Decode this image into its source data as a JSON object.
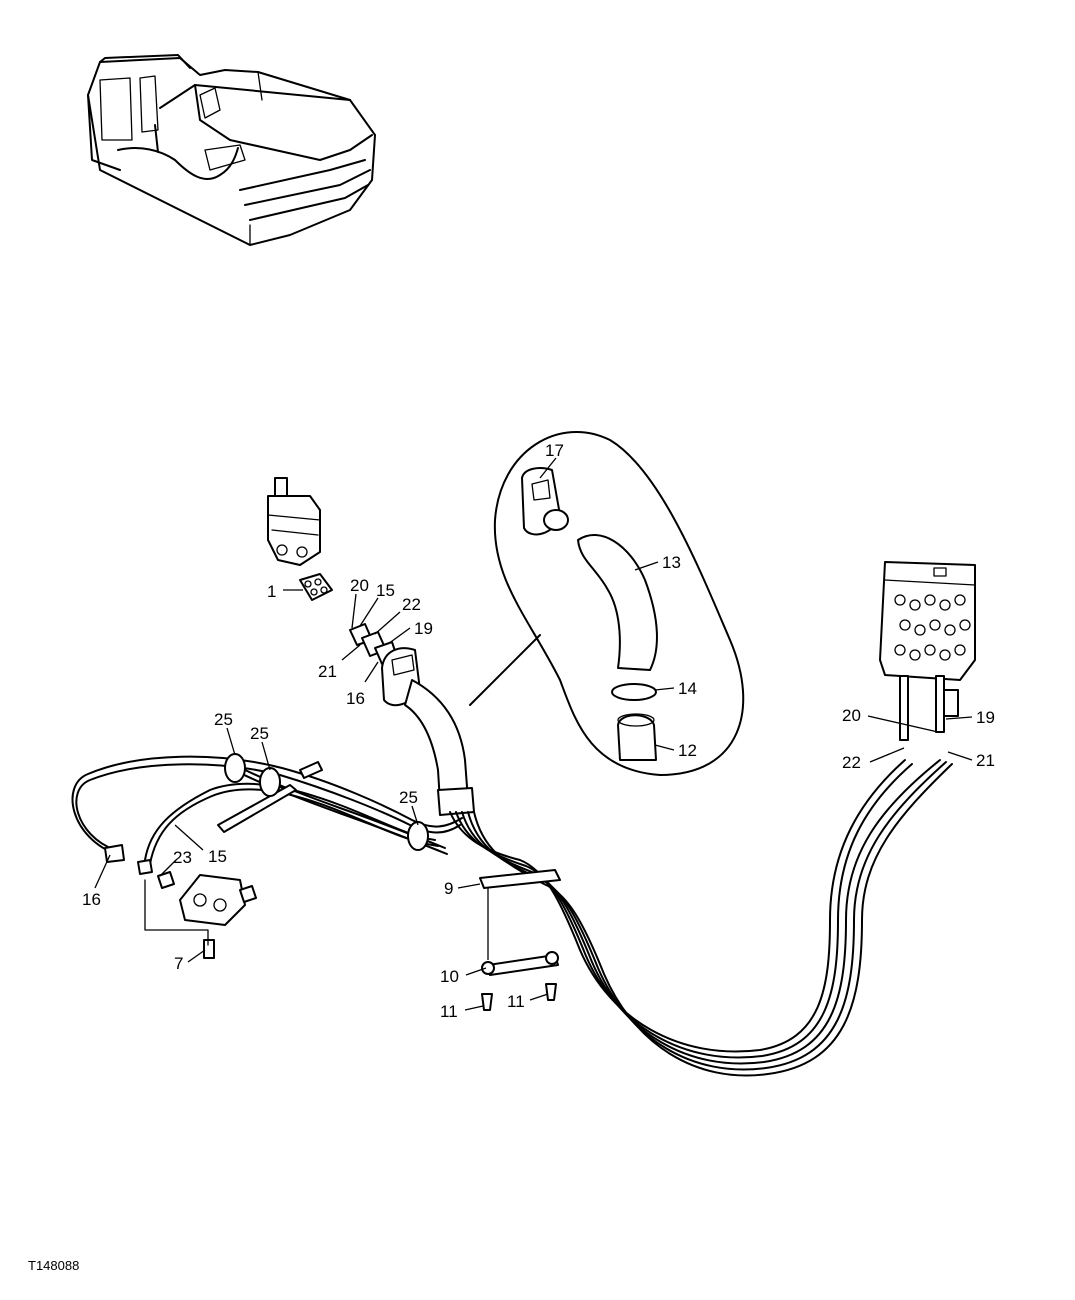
{
  "figure_id": "T148088",
  "callouts": [
    {
      "text": "1"
    },
    {
      "text": "20"
    },
    {
      "text": "15"
    },
    {
      "text": "22"
    },
    {
      "text": "19"
    },
    {
      "text": "21"
    },
    {
      "text": "16"
    },
    {
      "text": "17"
    },
    {
      "text": "13"
    },
    {
      "text": "14"
    },
    {
      "text": "12"
    },
    {
      "text": "25"
    },
    {
      "text": "25"
    },
    {
      "text": "25"
    },
    {
      "text": "15"
    },
    {
      "text": "16"
    },
    {
      "text": "23"
    },
    {
      "text": "7"
    },
    {
      "text": "9"
    },
    {
      "text": "10"
    },
    {
      "text": "11"
    },
    {
      "text": "11"
    },
    {
      "text": "20"
    },
    {
      "text": "19"
    },
    {
      "text": "22"
    },
    {
      "text": "21"
    }
  ]
}
